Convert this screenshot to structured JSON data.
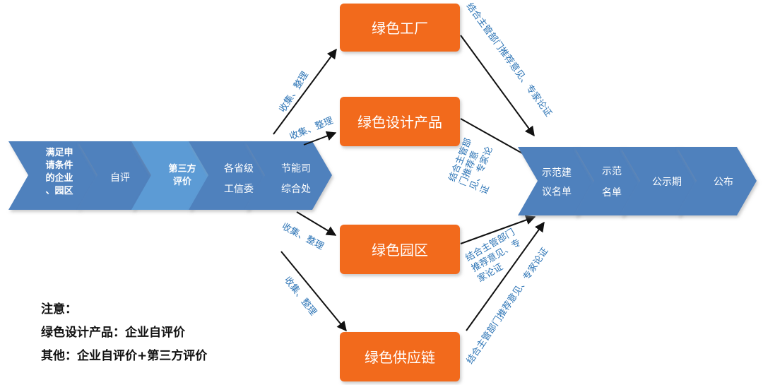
{
  "left_flow": {
    "step1": [
      "满足申",
      "请条件",
      "的企业",
      "、园区"
    ],
    "step2": "自评",
    "step3": [
      "第三方",
      "评价"
    ],
    "step4": [
      "各省级",
      "工信委"
    ],
    "step5": [
      "节能司",
      "综合处"
    ]
  },
  "boxes": {
    "factory": "绿色工厂",
    "product": "绿色设计产品",
    "park": "绿色园区",
    "chain": "绿色供应链"
  },
  "labels": {
    "collect1": "收集、整理",
    "collect2": "收集、整理",
    "collect3": "收集、整理",
    "collect4": "收集、整理",
    "rec_factory": "结合主管部门推荐意见、专家论证",
    "rec_product": [
      "结合主管部",
      "门推荐意",
      "见、专家论",
      "证"
    ],
    "rec_park": [
      "结合主管部门",
      "推荐意见、专",
      "家论证"
    ],
    "rec_chain": "结合主管部门推荐意见、专家论证"
  },
  "right_flow": {
    "step1": [
      "示范建",
      "议名单"
    ],
    "step2": [
      "示范",
      "名单"
    ],
    "step3": "公示期",
    "step4": "公布"
  },
  "notes": {
    "title": "注意：",
    "line1": "绿色设计产品：企业自评价",
    "line2": "其他：企业自评价+第三方评价"
  },
  "colors": {
    "chevron": "#4f81bd",
    "chevron_light": "#5b9bd5",
    "box": "#f26b1d",
    "label": "#2e75b6",
    "arrow": "#000000"
  }
}
